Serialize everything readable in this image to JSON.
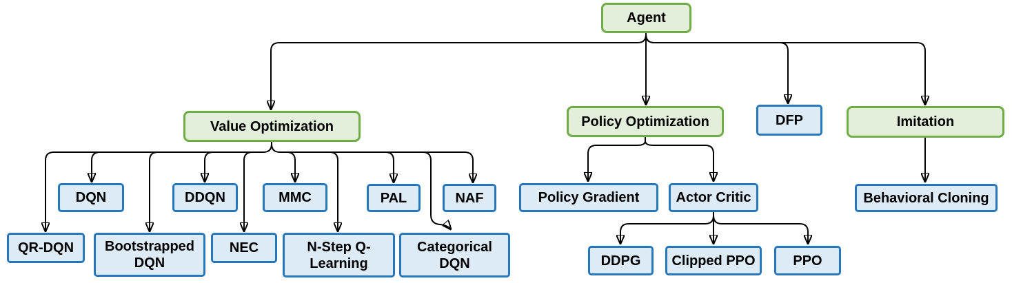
{
  "diagram": {
    "kind": "hierarchy-flowchart",
    "root": "agent",
    "colors": {
      "category_fill": "#e4efdb",
      "category_border": "#70ad47",
      "algorithm_fill": "#ddebf7",
      "algorithm_border": "#2777bd",
      "connector": "#000000",
      "text": "#000000"
    },
    "nodes": {
      "agent": {
        "label": "Agent",
        "kind": "category"
      },
      "value_optimization": {
        "label": "Value Optimization",
        "kind": "category"
      },
      "policy_optimization": {
        "label": "Policy Optimization",
        "kind": "category"
      },
      "dfp": {
        "label": "DFP",
        "kind": "algorithm"
      },
      "imitation": {
        "label": "Imitation",
        "kind": "category"
      },
      "dqn": {
        "label": "DQN",
        "kind": "algorithm"
      },
      "ddqn": {
        "label": "DDQN",
        "kind": "algorithm"
      },
      "mmc": {
        "label": "MMC",
        "kind": "algorithm"
      },
      "pal": {
        "label": "PAL",
        "kind": "algorithm"
      },
      "naf": {
        "label": "NAF",
        "kind": "algorithm"
      },
      "qr_dqn": {
        "label": "QR-DQN",
        "kind": "algorithm"
      },
      "bootstrapped_dqn": {
        "label": "Bootstrapped DQN",
        "kind": "algorithm"
      },
      "nec": {
        "label": "NEC",
        "kind": "algorithm"
      },
      "n_step_q_learning": {
        "label": "N-Step Q-Learning",
        "kind": "algorithm"
      },
      "categorical_dqn": {
        "label": "Categorical DQN",
        "kind": "algorithm"
      },
      "policy_gradient": {
        "label": "Policy Gradient",
        "kind": "algorithm"
      },
      "actor_critic": {
        "label": "Actor Critic",
        "kind": "algorithm"
      },
      "ddpg": {
        "label": "DDPG",
        "kind": "algorithm"
      },
      "clipped_ppo": {
        "label": "Clipped PPO",
        "kind": "algorithm"
      },
      "ppo": {
        "label": "PPO",
        "kind": "algorithm"
      },
      "behavioral_cloning": {
        "label": "Behavioral Cloning",
        "kind": "algorithm"
      }
    },
    "edges": [
      {
        "from": "agent",
        "to": "value_optimization"
      },
      {
        "from": "agent",
        "to": "policy_optimization"
      },
      {
        "from": "agent",
        "to": "dfp"
      },
      {
        "from": "agent",
        "to": "imitation"
      },
      {
        "from": "value_optimization",
        "to": "dqn"
      },
      {
        "from": "value_optimization",
        "to": "ddqn"
      },
      {
        "from": "value_optimization",
        "to": "mmc"
      },
      {
        "from": "value_optimization",
        "to": "pal"
      },
      {
        "from": "value_optimization",
        "to": "naf"
      },
      {
        "from": "value_optimization",
        "to": "qr_dqn"
      },
      {
        "from": "value_optimization",
        "to": "bootstrapped_dqn"
      },
      {
        "from": "value_optimization",
        "to": "nec"
      },
      {
        "from": "value_optimization",
        "to": "n_step_q_learning"
      },
      {
        "from": "value_optimization",
        "to": "categorical_dqn"
      },
      {
        "from": "policy_optimization",
        "to": "policy_gradient"
      },
      {
        "from": "policy_optimization",
        "to": "actor_critic"
      },
      {
        "from": "actor_critic",
        "to": "ddpg"
      },
      {
        "from": "actor_critic",
        "to": "clipped_ppo"
      },
      {
        "from": "actor_critic",
        "to": "ppo"
      },
      {
        "from": "imitation",
        "to": "behavioral_cloning"
      }
    ]
  }
}
